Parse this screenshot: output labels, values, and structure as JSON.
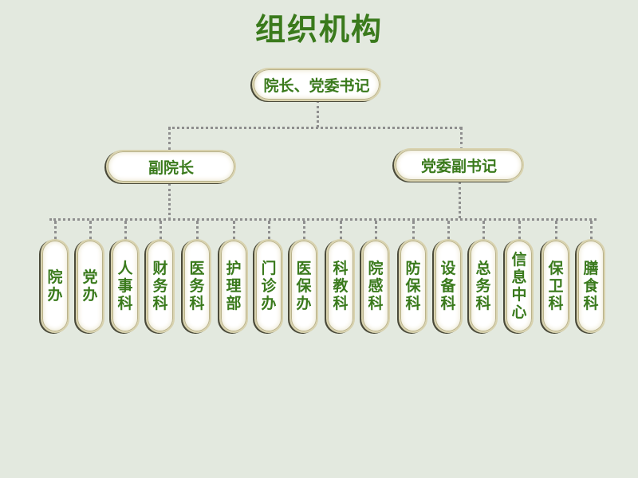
{
  "title": "组织机构",
  "level1": {
    "label": "院长、党委书记"
  },
  "level2": [
    {
      "label": "副院长"
    },
    {
      "label": "党委副书记"
    }
  ],
  "departments": [
    {
      "label": "院办"
    },
    {
      "label": "党办"
    },
    {
      "label": "人事科"
    },
    {
      "label": "财务科"
    },
    {
      "label": "医务科"
    },
    {
      "label": "护理部"
    },
    {
      "label": "门诊办"
    },
    {
      "label": "医保办"
    },
    {
      "label": "科教科"
    },
    {
      "label": "院感科"
    },
    {
      "label": "防保科"
    },
    {
      "label": "设备科"
    },
    {
      "label": "总务科"
    },
    {
      "label": "信息中心"
    },
    {
      "label": "保卫科"
    },
    {
      "label": "膳食科"
    }
  ],
  "colors": {
    "text": "#3a7a1c",
    "background": "#e3e9df",
    "connector": "#8e8e8e"
  }
}
